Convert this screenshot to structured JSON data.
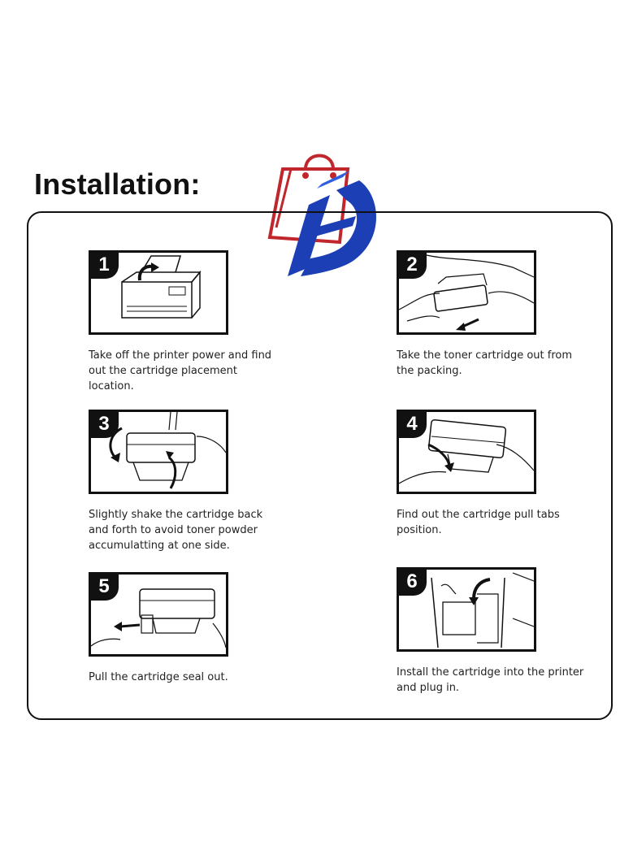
{
  "title": "Installation:",
  "logo": {
    "colors": {
      "bag": "#c0262b",
      "letter": "#1c3fb5"
    }
  },
  "steps": [
    {
      "number": "1",
      "text": "Take off the printer power and find out the cartridge placement location."
    },
    {
      "number": "2",
      "text": "Take the toner cartridge out from the packing."
    },
    {
      "number": "3",
      "text": "Slightly shake the cartridge back and forth to avoid toner powder accumulatting at one side."
    },
    {
      "number": "4",
      "text": "Find out the cartridge pull tabs position."
    },
    {
      "number": "5",
      "text": "Pull the cartridge seal out."
    },
    {
      "number": "6",
      "text": "Install the cartridge into the printer and plug in."
    }
  ]
}
